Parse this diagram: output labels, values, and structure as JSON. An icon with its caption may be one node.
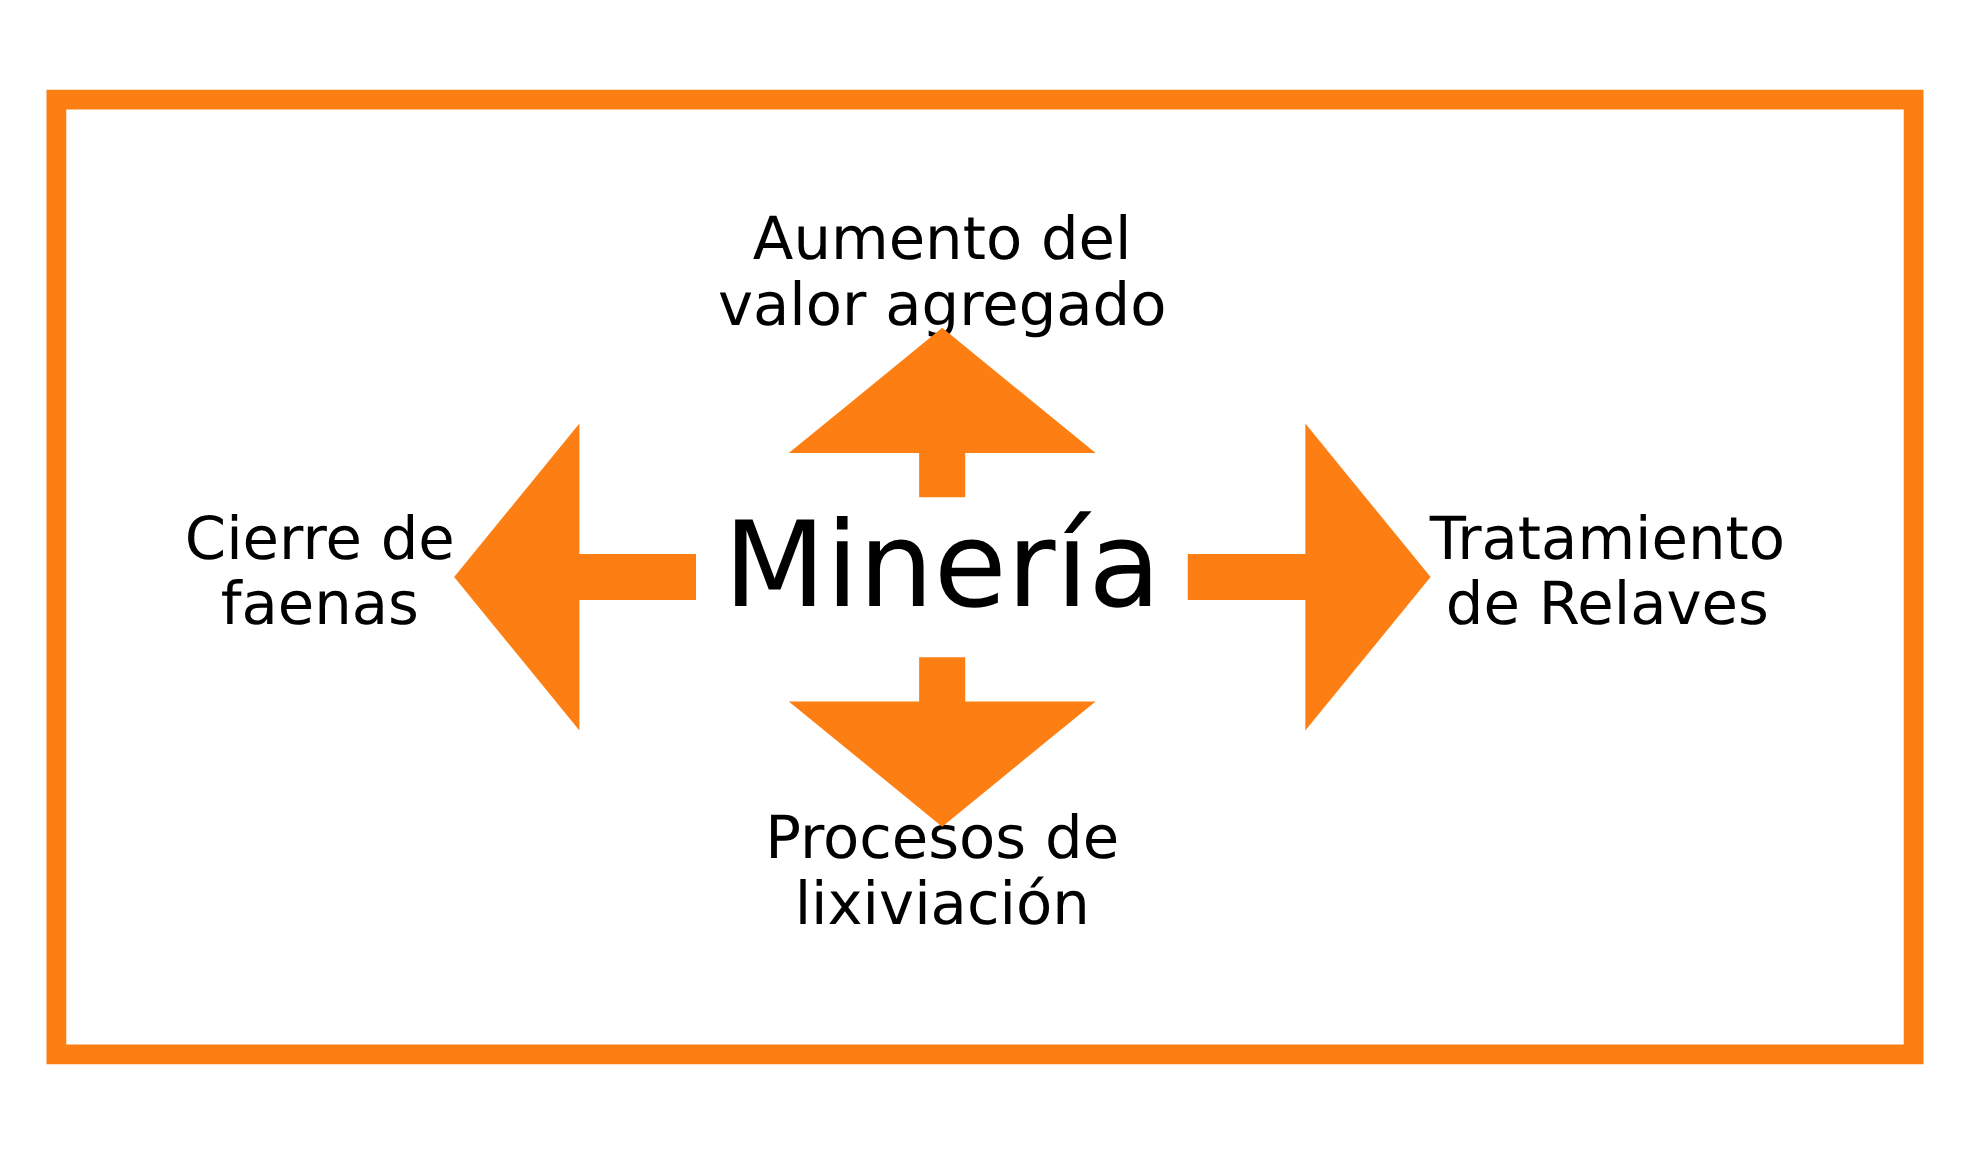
{
  "diagram": {
    "nodes": [
      {
        "text": [],
        "shape": "box"
      },
      {
        "text": [
          "Aumento del valor agregado"
        ],
        "in": 0
      },
      {
        "text": [
          "Cierre de faenas"
        ],
        "in": 0
      },
      {
        "text": [
          "Minería"
        ],
        "in": 0
      },
      {
        "text": [
          "Tratamiento de Relaves"
        ],
        "in": 0
      },
      {
        "text": [
          "Procesos de lixiviación"
        ],
        "in": 0
      }
    ],
    "edges": [
      {
        "from": 3,
        "to": 1,
        "arrow": "to"
      },
      {
        "from": 3,
        "to": 2,
        "arrow": "to"
      },
      {
        "from": 3,
        "to": 4,
        "arrow": "to"
      },
      {
        "from": 3,
        "to": 5,
        "arrow": "to"
      }
    ]
  }
}
